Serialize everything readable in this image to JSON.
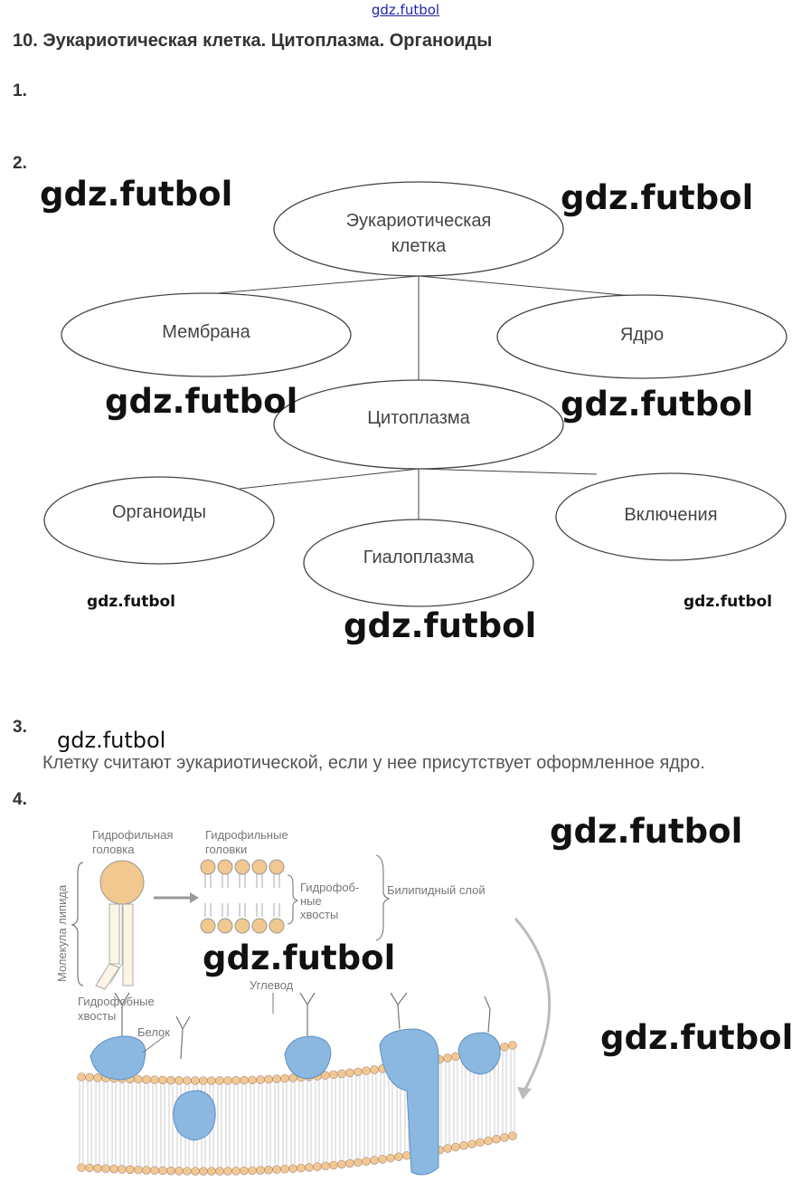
{
  "site_link": "gdz.futbol",
  "title": "10. Эукариотическая клетка. Цитоплазма. Органоиды",
  "task_numbers": [
    "1.",
    "2.",
    "3.",
    "4."
  ],
  "scheme": {
    "root": [
      "Эукариотическая",
      "клетка"
    ],
    "membrane": "Мембрана",
    "nucleus": "Ядро",
    "cytoplasm": "Цитоплазма",
    "organoids": "Органоиды",
    "hyaloplasm": "Гиалоплазма",
    "inclusions": "Включения"
  },
  "answer_3": "Клетку считают эукариотической, если у нее присутствует оформленное ядро.",
  "figure": {
    "hydrophilic_head": [
      "Гидрофильная",
      "головка"
    ],
    "hydrophilic_heads": [
      "Гидрофильные",
      "головки"
    ],
    "hydrophobic_tails_right": [
      "Гидрофоб-",
      "ные",
      "хвосты"
    ],
    "bilipid_layer": "Билипидный слой",
    "lipid_molecule": "Молекула липида",
    "hydrophobic_tails_left": [
      "Гидрофобные",
      "хвосты"
    ],
    "carbohydrate": "Углевод",
    "protein": "Белок"
  },
  "watermark": "gdz.futbol",
  "colors": {
    "lipid_head": "#f1c88f",
    "protein": "#8ab8e0",
    "line": "#333333"
  }
}
